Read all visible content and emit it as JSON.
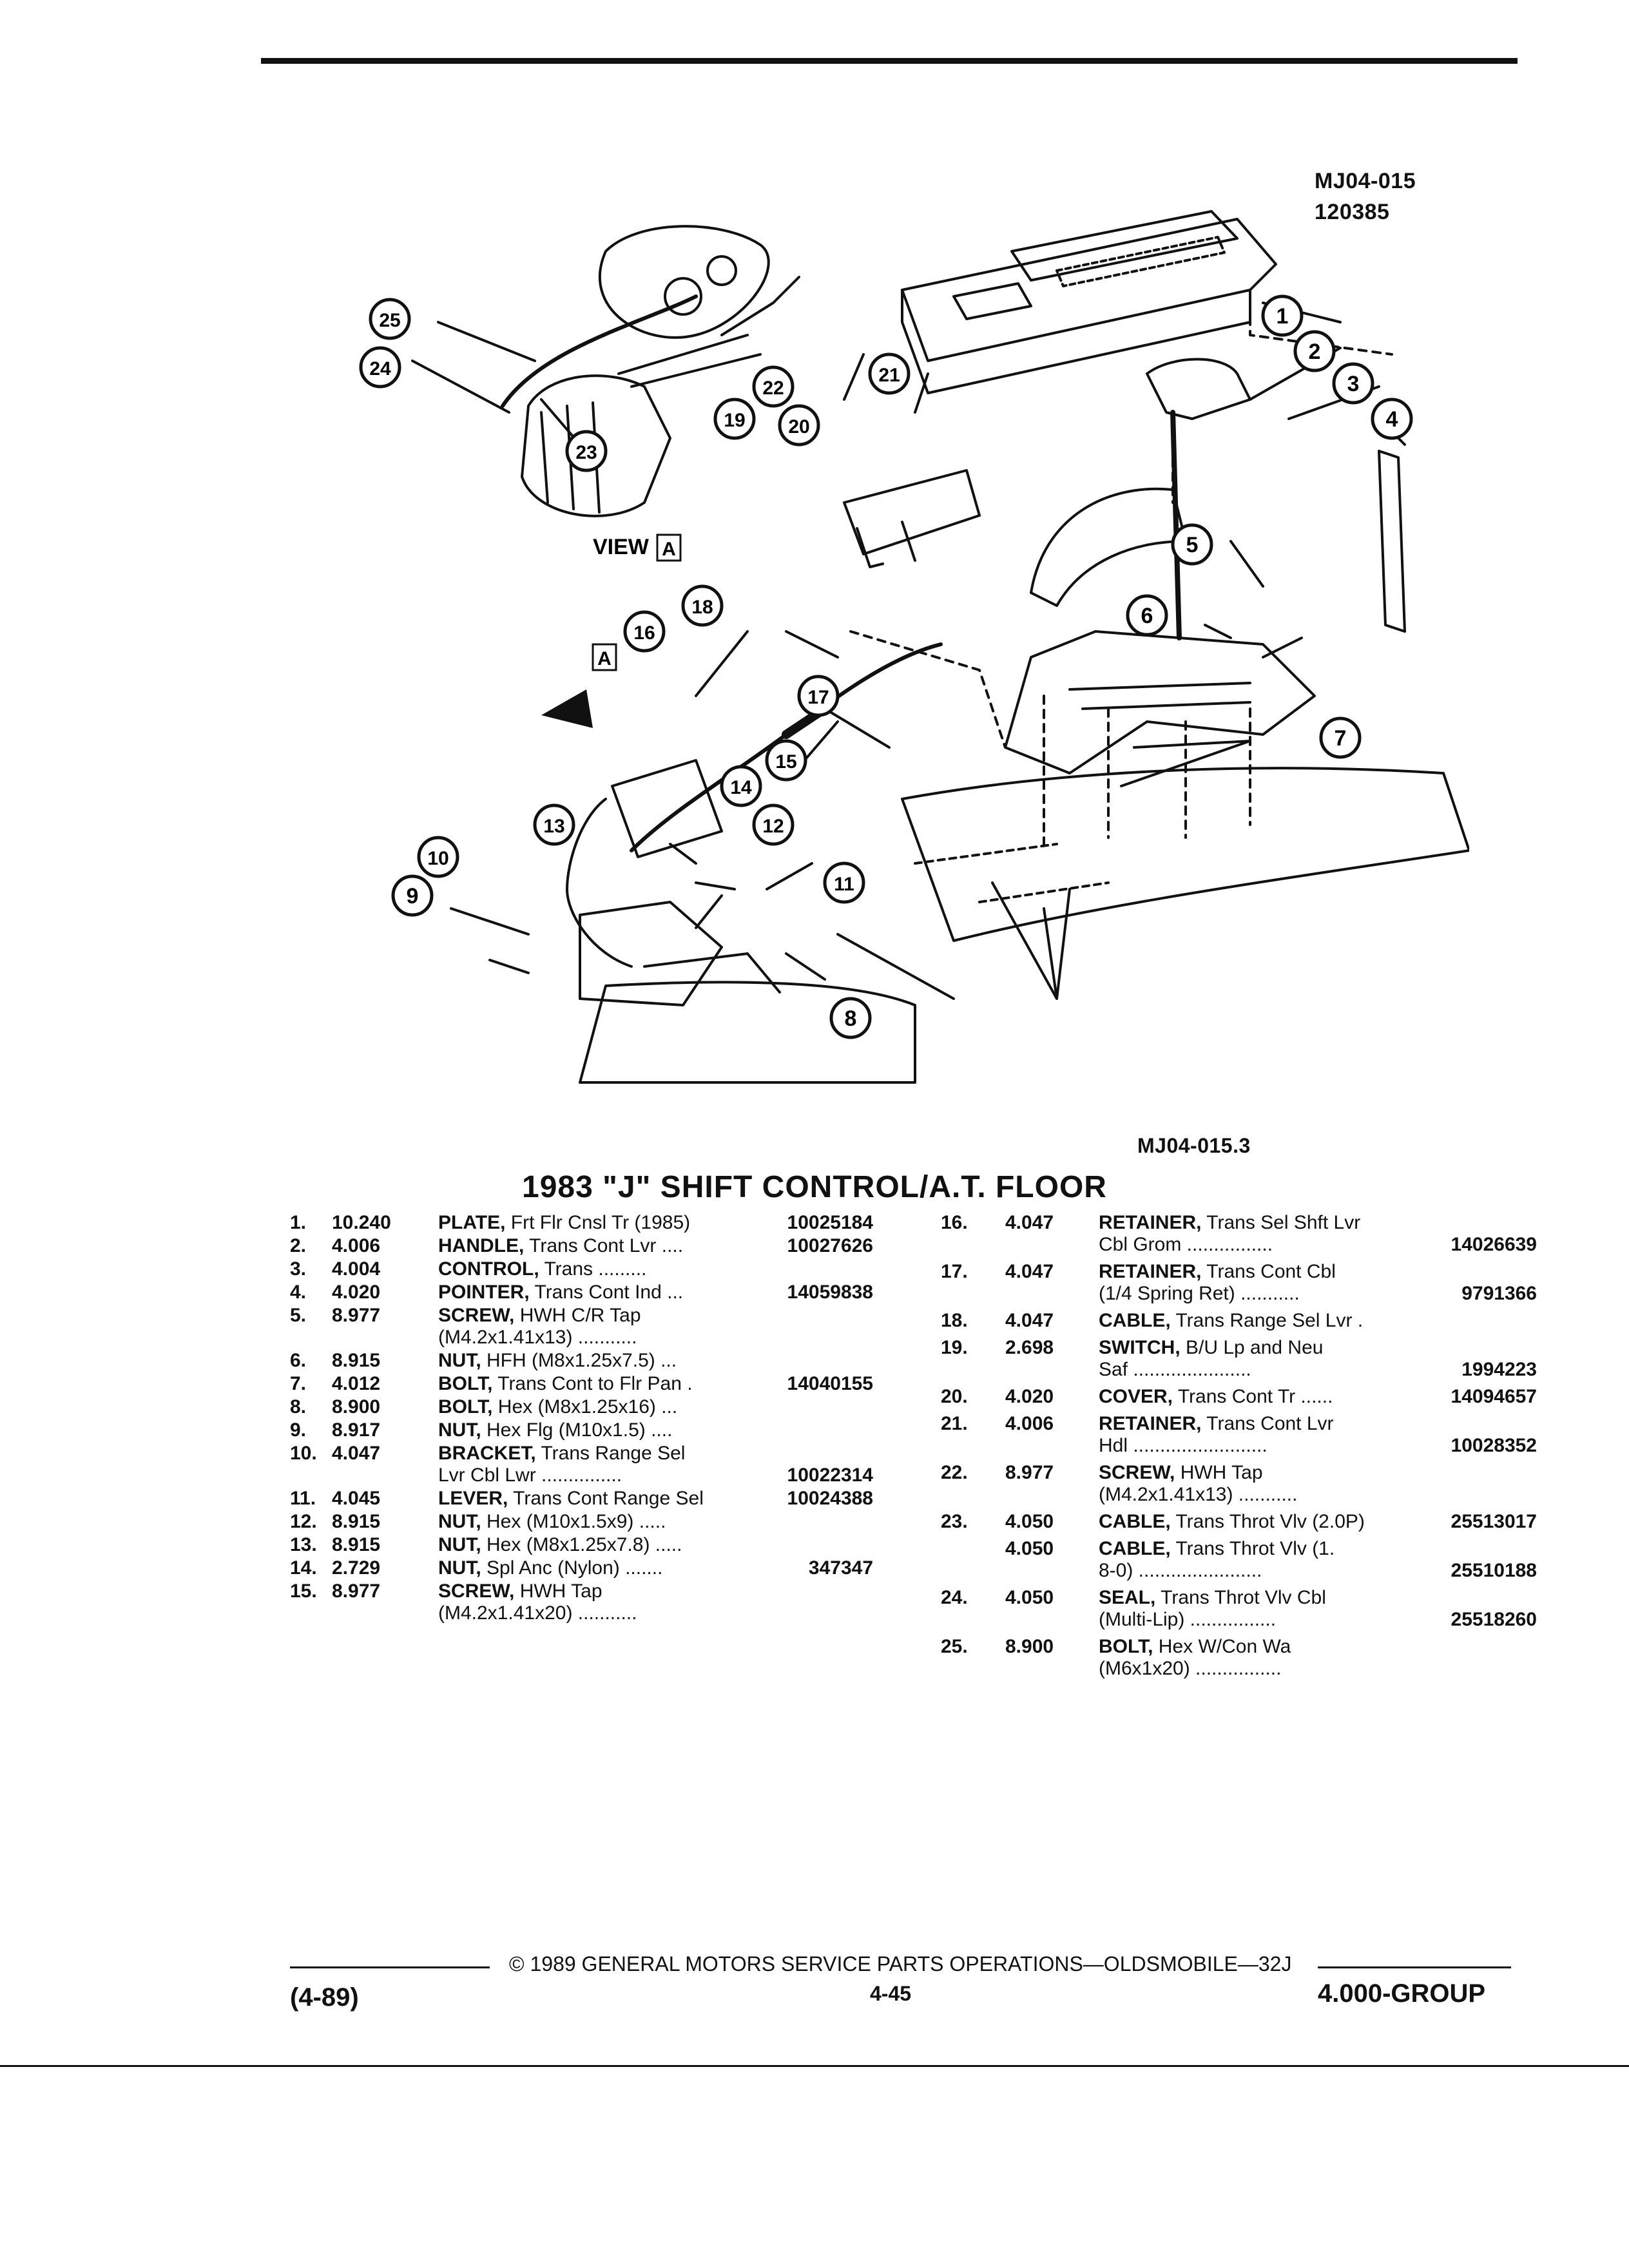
{
  "header": {
    "drawing_id": "MJ04-015",
    "drawing_code": "120385",
    "view_label": "VIEW",
    "view_letter": "A",
    "arrow_letter": "A",
    "figure_ref": "MJ04-015.3"
  },
  "callouts": [
    "1",
    "2",
    "3",
    "4",
    "5",
    "6",
    "7",
    "8",
    "9",
    "10",
    "11",
    "12",
    "13",
    "14",
    "15",
    "16",
    "17",
    "18",
    "19",
    "20",
    "21",
    "22",
    "23",
    "24",
    "25"
  ],
  "title": "1983 \"J\" SHIFT CONTROL/A.T. FLOOR",
  "parts_left": [
    {
      "no": "1.",
      "group": "10.240",
      "name": "PLATE,",
      "detail": " Frt Flr Cnsl Tr (1985)",
      "part": "10025184",
      "cont": ""
    },
    {
      "no": "2.",
      "group": "4.006",
      "name": "HANDLE,",
      "detail": " Trans Cont Lvr ....",
      "part": "10027626",
      "cont": ""
    },
    {
      "no": "3.",
      "group": "4.004",
      "name": "CONTROL,",
      "detail": " Trans .........",
      "part": "",
      "cont": ""
    },
    {
      "no": "4.",
      "group": "4.020",
      "name": "POINTER,",
      "detail": " Trans Cont Ind ...",
      "part": "14059838",
      "cont": ""
    },
    {
      "no": "5.",
      "group": "8.977",
      "name": "SCREW,",
      "detail": " HWH C/R Tap",
      "part": "",
      "cont": "(M4.2x1.41x13) ..........."
    },
    {
      "no": "6.",
      "group": "8.915",
      "name": "NUT,",
      "detail": " HFH (M8x1.25x7.5) ...",
      "part": "",
      "cont": ""
    },
    {
      "no": "7.",
      "group": "4.012",
      "name": "BOLT,",
      "detail": " Trans Cont to Flr Pan .",
      "part": "14040155",
      "cont": ""
    },
    {
      "no": "8.",
      "group": "8.900",
      "name": "BOLT,",
      "detail": " Hex (M8x1.25x16) ...",
      "part": "",
      "cont": ""
    },
    {
      "no": "9.",
      "group": "8.917",
      "name": "NUT,",
      "detail": " Hex Flg (M10x1.5) ....",
      "part": "",
      "cont": ""
    },
    {
      "no": "10.",
      "group": "4.047",
      "name": "BRACKET,",
      "detail": " Trans Range Sel",
      "part": "10022314",
      "cont": "Lvr Cbl Lwr ..............."
    },
    {
      "no": "11.",
      "group": "4.045",
      "name": "LEVER,",
      "detail": " Trans Cont Range Sel",
      "part": "10024388",
      "cont": ""
    },
    {
      "no": "12.",
      "group": "8.915",
      "name": "NUT,",
      "detail": " Hex (M10x1.5x9) .....",
      "part": "",
      "cont": ""
    },
    {
      "no": "13.",
      "group": "8.915",
      "name": "NUT,",
      "detail": " Hex (M8x1.25x7.8) .....",
      "part": "",
      "cont": ""
    },
    {
      "no": "14.",
      "group": "2.729",
      "name": "NUT,",
      "detail": " Spl Anc (Nylon) .......",
      "part": "347347",
      "cont": ""
    },
    {
      "no": "15.",
      "group": "8.977",
      "name": "SCREW,",
      "detail": " HWH Tap",
      "part": "",
      "cont": "(M4.2x1.41x20) ..........."
    }
  ],
  "parts_right": [
    {
      "no": "16.",
      "group": "4.047",
      "name": "RETAINER,",
      "detail": " Trans Sel Shft Lvr",
      "part": "14026639",
      "cont": "Cbl Grom ................"
    },
    {
      "no": "17.",
      "group": "4.047",
      "name": "RETAINER,",
      "detail": " Trans Cont Cbl",
      "part": "9791366",
      "cont": "(1/4 Spring Ret) ..........."
    },
    {
      "no": "18.",
      "group": "4.047",
      "name": "CABLE,",
      "detail": " Trans Range Sel Lvr .",
      "part": "",
      "cont": ""
    },
    {
      "no": "19.",
      "group": "2.698",
      "name": "SWITCH,",
      "detail": " B/U Lp and Neu",
      "part": "1994223",
      "cont": "Saf ......................"
    },
    {
      "no": "20.",
      "group": "4.020",
      "name": "COVER,",
      "detail": " Trans Cont Tr ......",
      "part": "14094657",
      "cont": ""
    },
    {
      "no": "21.",
      "group": "4.006",
      "name": "RETAINER,",
      "detail": " Trans Cont Lvr",
      "part": "10028352",
      "cont": "Hdl ........................."
    },
    {
      "no": "22.",
      "group": "8.977",
      "name": "SCREW,",
      "detail": " HWH Tap",
      "part": "",
      "cont": "(M4.2x1.41x13) ..........."
    },
    {
      "no": "23.",
      "group": "4.050",
      "name": "CABLE,",
      "detail": " Trans Throt Vlv (2.0P)",
      "part": "25513017",
      "cont": ""
    },
    {
      "no": "",
      "group": "4.050",
      "name": "CABLE,",
      "detail": " Trans Throt Vlv (1.",
      "part": "25510188",
      "cont": "8-0) ......................."
    },
    {
      "no": "24.",
      "group": "4.050",
      "name": "SEAL,",
      "detail": " Trans Throt Vlv Cbl",
      "part": "25518260",
      "cont": "(Multi-Lip) ................"
    },
    {
      "no": "25.",
      "group": "8.900",
      "name": "BOLT,",
      "detail": " Hex W/Con Wa",
      "part": "",
      "cont": "(M6x1x20) ................"
    }
  ],
  "footer": {
    "revision": "(4-89)",
    "copyright": "© 1989 GENERAL MOTORS SERVICE PARTS OPERATIONS—OLDSMOBILE—32J",
    "page": "4-45",
    "group": "4.000-GROUP"
  }
}
